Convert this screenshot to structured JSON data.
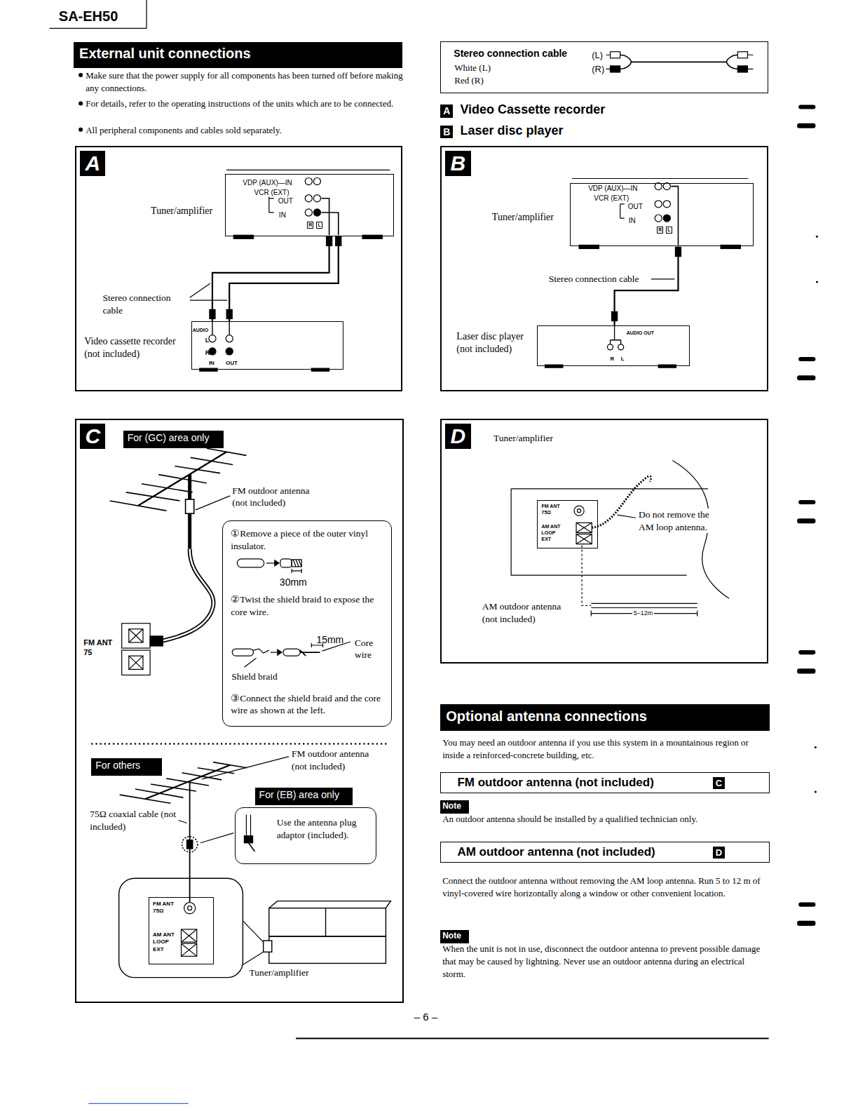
{
  "diagram": {
    "nodes": [
      {
        "text": [
          "External unit connections"
        ]
      },
      {
        "text": [
          "Stereo connection cable",
          "White (L)",
          "Red (R)"
        ]
      },
      {
        "text": [
          "A"
        ]
      },
      {
        "text": [
          "B"
        ]
      },
      {
        "text": [
          "A"
        ]
      },
      {
        "text": [
          "Tuner/amplifier",
          "VDP (AUX)—IN",
          "VCR (EXT)",
          "OUT",
          "IN",
          "R",
          "L"
        ],
        "in": 4
      },
      {
        "text": [
          "Video cassette recorder (not included)",
          "AUDIO",
          "L",
          "R",
          "IN",
          "OUT"
        ],
        "in": 4
      },
      {
        "text": [
          "B"
        ]
      },
      {
        "text": [
          "Tuner/amplifier",
          "VDP (AUX)—IN",
          "VCR (EXT)",
          "OUT",
          "IN",
          "R",
          "L"
        ],
        "in": 7
      },
      {
        "text": [
          "Laser disc player (not included)",
          "AUDIO OUT",
          "R",
          "L"
        ],
        "in": 7
      },
      {
        "text": [
          "C"
        ]
      },
      {
        "text": [
          "For (GC) area only"
        ],
        "in": 10
      },
      {
        "text": [
          "①Remove a piece of the outer vinyl insulator.",
          "30mm",
          "②Twist the shield braid to expose the core wire.",
          "15mm",
          "Core wire",
          "Shield braid",
          "③Connect the shield braid and the core wire as shown at the left."
        ],
        "in": 10
      },
      {
        "text": [
          "For others"
        ],
        "in": 10
      },
      {
        "text": [
          "For (EB) area only"
        ],
        "in": 10
      },
      {
        "text": [
          "Use the antenna plug adaptor (included)."
        ],
        "in": 10
      },
      {
        "text": [
          "FM ANT 75Ω",
          "AM ANT LOOP EXT"
        ],
        "in": 10
      },
      {
        "text": [
          "D"
        ]
      },
      {
        "text": [
          "FM ANT 75Ω",
          "AM ANT LOOP EXT"
        ],
        "in": 17
      },
      {
        "text": [
          "Optional antenna connections"
        ]
      },
      {
        "text": [
          "FM outdoor antenna (not included)"
        ]
      },
      {
        "text": [
          "C"
        ],
        "in": 20
      },
      {
        "text": [
          "Note"
        ]
      },
      {
        "text": [
          "AM outdoor antenna (not included)"
        ]
      },
      {
        "text": [
          "D"
        ],
        "in": 23
      },
      {
        "text": [
          "Note"
        ]
      }
    ],
    "edges": [
      {
        "from": 5,
        "to": 6,
        "arrow": "none"
      },
      {
        "from": 5,
        "to": 6,
        "arrow": "none"
      },
      {
        "from": 8,
        "to": 9,
        "arrow": "none"
      }
    ],
    "labels": [
      "SA-EH50",
      "Make sure that the power supply for all components has been turned off before making any connections.",
      "For details, refer to the operating instructions of the units which are to be connected.",
      "All peripheral components and cables sold separately.",
      "(L)",
      "(R)",
      "Video Cassette recorder",
      "Laser disc player",
      "Stereo connection cable",
      "Stereo connection cable",
      "FM outdoor antenna (not included)",
      "FM ANT 75",
      "FM outdoor antenna (not included)",
      "75Ω coaxial cable (not included)",
      "Tuner/amplifier",
      "Tuner/amplifier",
      "Do not remove the AM loop antenna.",
      "AM outdoor antenna (not included)",
      "5–12m",
      "You may need an outdoor antenna if you use this system in a mountainous region or inside a reinforced-concrete building, etc.",
      "An outdoor antenna should be installed by a qualified technician only.",
      "Connect the outdoor antenna without removing the AM loop antenna. Run 5 to 12 m of vinyl-covered wire horizontally along a window or other convenient location.",
      "When the unit is not in use, disconnect the outdoor antenna to prevent possible damage that may be caused by lightning. Never use an outdoor antenna during an electrical storm.",
      "– 6 –"
    ]
  }
}
